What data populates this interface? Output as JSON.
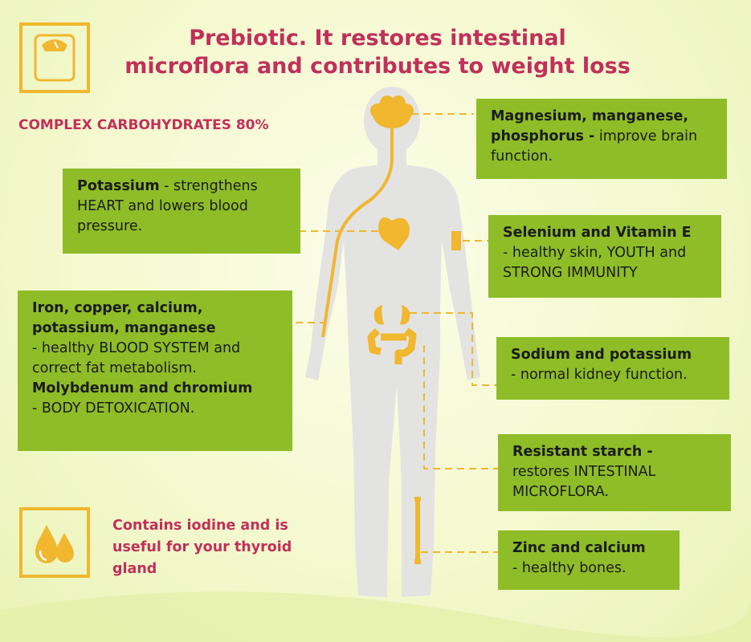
{
  "title_line1": "Prebiotic. It restores intestinal",
  "title_line2": "microflora and contributes to weight loss",
  "subtitle": "COMPLEX CARBOHYDRATES 80%",
  "boxes": {
    "brain": {
      "bold": "Magnesium, manganese, phosphorus -",
      "text": " improve brain function."
    },
    "heart": {
      "bold": "Potassium",
      "text": " - strengthens HEART and lowers blood pressure."
    },
    "skin": {
      "bold": "Selenium and Vitamin E",
      "text": "- healthy skin, YOUTH and STRONG IMMUNITY"
    },
    "blood": {
      "bold1": "Iron, copper, calcium, potassium, manganese",
      "text1": "- healthy BLOOD SYSTEM and correct fat metabolism.",
      "bold2": "Molybdenum and chromium",
      "text2": "- BODY DETOXICATION."
    },
    "kidney": {
      "bold": "Sodium and potassium",
      "text": "- normal kidney function."
    },
    "starch": {
      "bold": "Resistant starch -",
      "text": "restores INTESTINAL MICROFLORA."
    },
    "bones": {
      "bold": "Zinc and calcium",
      "text": "- healthy bones."
    }
  },
  "thyroid_text": "Contains iodine and is useful for your thyroid gland",
  "colors": {
    "accent": "#f0b72f",
    "box": "#8ebd28",
    "title": "#c0305a",
    "figure": "#e4e4e2"
  },
  "icons": {
    "top_left": "scale-icon",
    "bottom_left": "drops-icon"
  }
}
